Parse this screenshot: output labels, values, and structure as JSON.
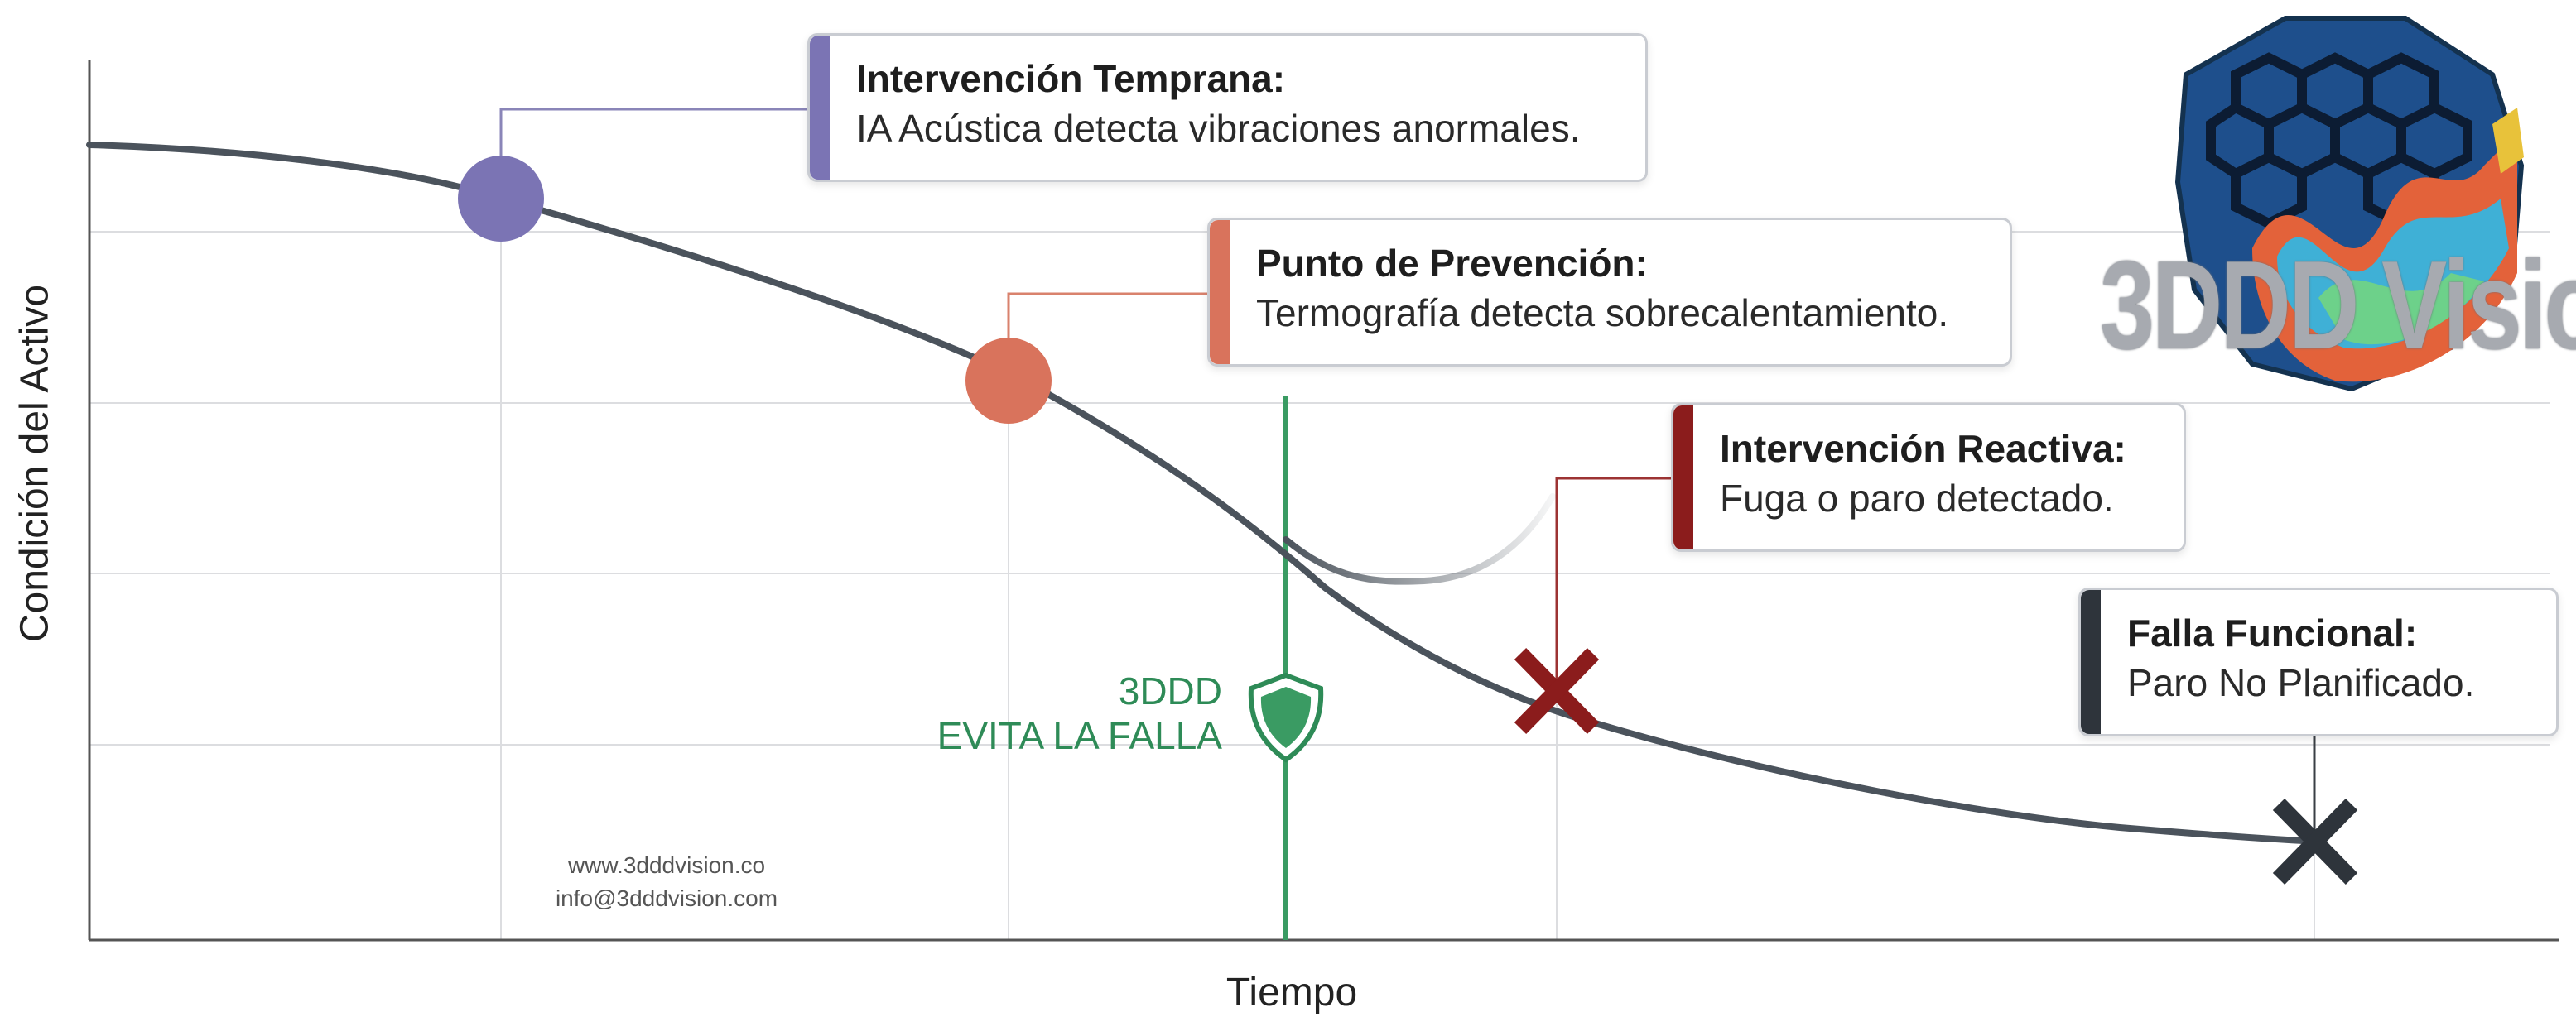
{
  "axes": {
    "x_label": "Tiempo",
    "y_label": "Condición del Activo"
  },
  "curve": {
    "color": "#4b535c",
    "description_points": "asset condition decreasing over time, ideal curve with an avoided-failure branch"
  },
  "events": [
    {
      "id": "early",
      "title": "Intervención Temprana:",
      "description": "IA Acústica detecta vibraciones anormales.",
      "marker": "circle",
      "color": "#7b74b4"
    },
    {
      "id": "prevention",
      "title": "Punto de Prevención:",
      "description": "Termografía detecta sobrecalentamiento.",
      "marker": "circle",
      "color": "#d9735c"
    },
    {
      "id": "reactive",
      "title": "Intervención Reactiva:",
      "description": "Fuga o paro detectado.",
      "marker": "x",
      "color": "#8b1c1c"
    },
    {
      "id": "failure",
      "title": "Falla Funcional:",
      "description": "Paro No Planificado.",
      "marker": "x",
      "color": "#2e343b"
    }
  ],
  "avoid_failure": {
    "line1": "3DDD",
    "line2": "EVITA LA FALLA",
    "color": "#2e8b57",
    "icon": "shield-icon"
  },
  "contact": {
    "website": "www.3dddvision.co",
    "email": "info@3dddvision.com"
  },
  "logo": {
    "text": "3DDD Visio",
    "icon": "geodesic-sphere-logo"
  }
}
